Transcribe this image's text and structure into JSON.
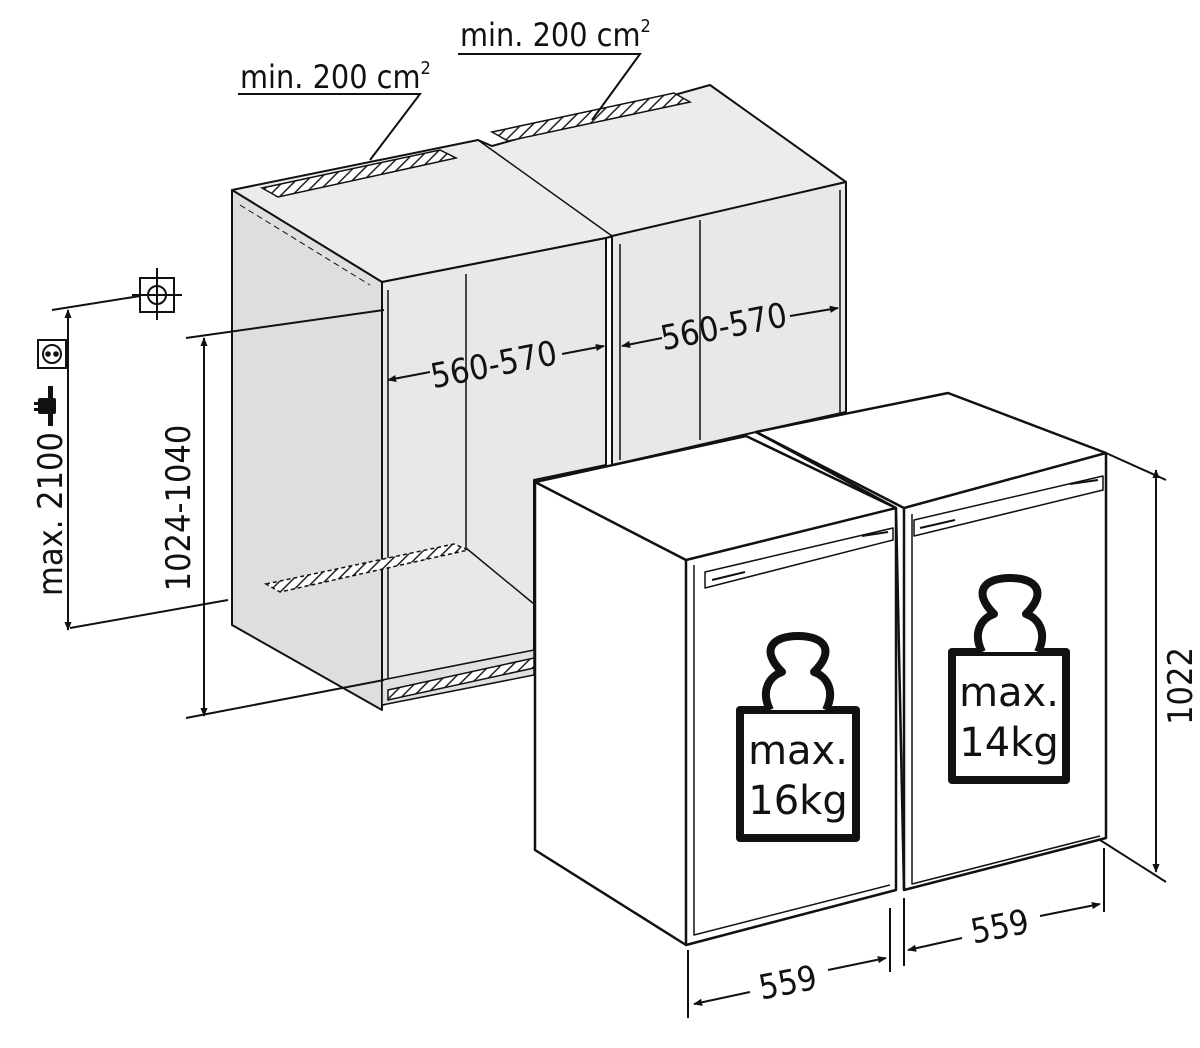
{
  "diagram": {
    "vent_top_left": {
      "text": "min. 200 cm",
      "sup": "2"
    },
    "vent_top_right": {
      "text": "min. 200 cm",
      "sup": "2"
    },
    "niche_width_left": "560-570",
    "niche_width_right": "560-570",
    "niche_height": "1024-1040",
    "socket_height": "max. 2100",
    "appliance_height": "1022",
    "appliance_width_left": "559",
    "appliance_width_right": "559",
    "weight_left": {
      "line1": "max.",
      "line2": "16kg"
    },
    "weight_right": {
      "line1": "max.",
      "line2": "14kg"
    },
    "icons": [
      "socket-icon",
      "plug-icon",
      "connection-point-icon",
      "weight-icon"
    ],
    "colors": {
      "niche_fill": "#e5e5e5",
      "line": "#111111",
      "background": "#ffffff"
    }
  }
}
